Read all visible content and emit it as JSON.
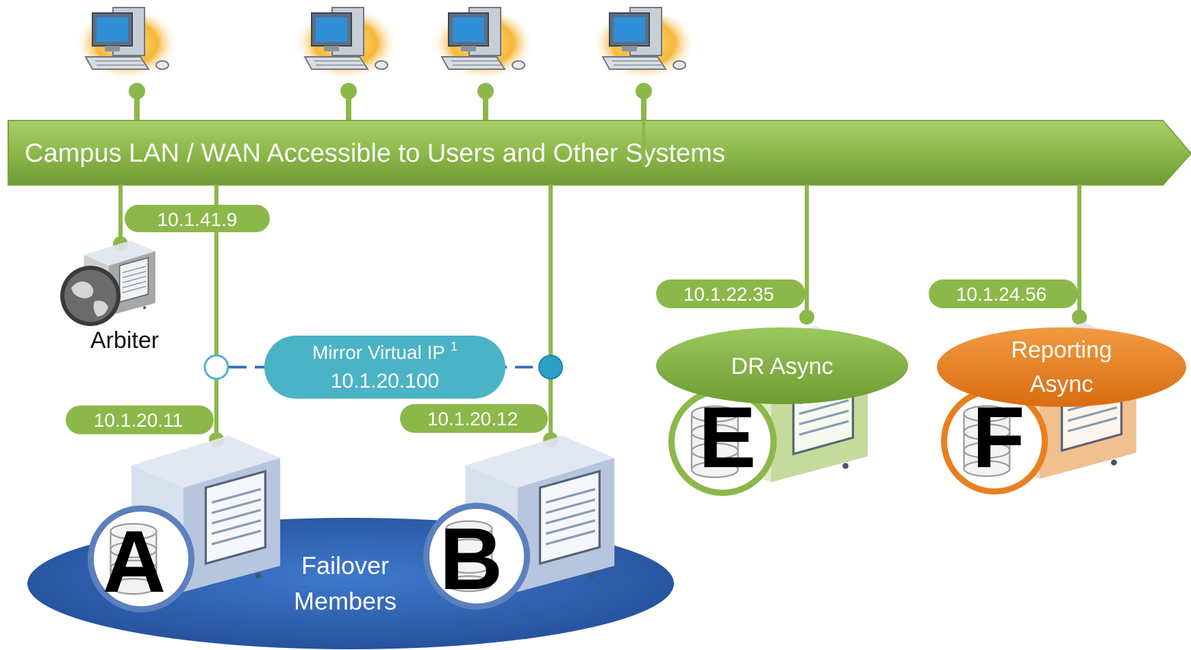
{
  "lan_banner": {
    "label": "Campus LAN / WAN Accessible to Users and Other Systems",
    "color": "#8cb84a"
  },
  "workstations": [
    {
      "icon": "workstation-computer-icon"
    },
    {
      "icon": "workstation-computer-icon"
    },
    {
      "icon": "workstation-computer-icon"
    },
    {
      "icon": "workstation-computer-icon"
    }
  ],
  "arbiter": {
    "ip": "10.1.41.9",
    "label": "Arbiter",
    "icon": "arbiter-server-globe-icon"
  },
  "mirror_vip": {
    "line1": "Mirror Virtual IP",
    "superscript": "1",
    "line2": "10.1.20.100",
    "color": "#4bb3c6"
  },
  "member_a": {
    "ip": "10.1.20.11",
    "letter": "A",
    "icon": "database-server-icon"
  },
  "member_b": {
    "ip": "10.1.20.12",
    "letter": "B",
    "icon": "database-server-icon"
  },
  "failover": {
    "line1": "Failover",
    "line2": "Members",
    "color": "#2f63b5"
  },
  "member_e": {
    "ip": "10.1.22.35",
    "label": "DR Async",
    "letter": "E",
    "color": "#7fae3a"
  },
  "member_f": {
    "ip": "10.1.24.56",
    "label_line1": "Reporting",
    "label_line2": "Async",
    "letter": "F",
    "color": "#e8801f"
  }
}
